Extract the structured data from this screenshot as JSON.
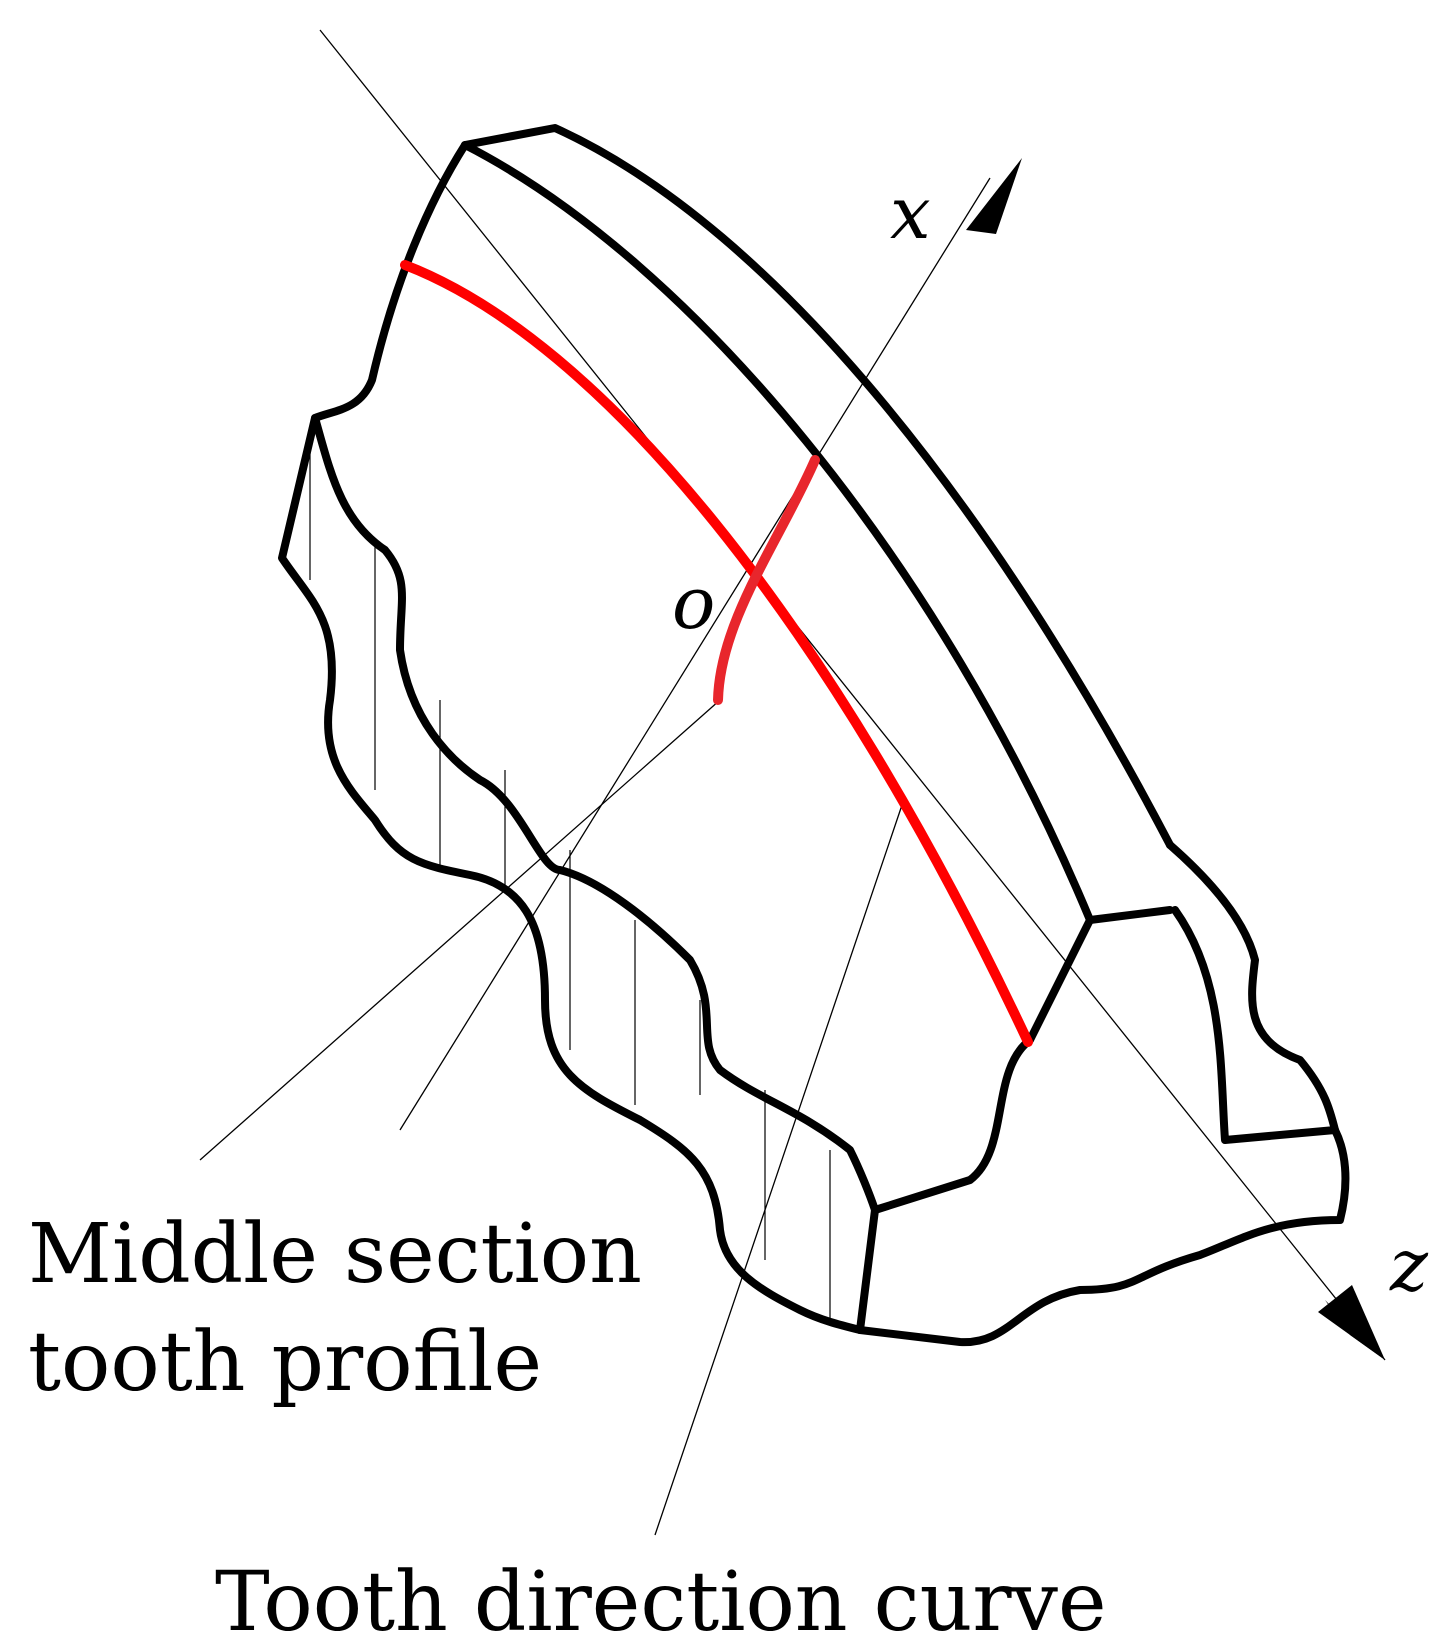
{
  "axes": {
    "x_label": "x",
    "z_label": "z",
    "origin_label": "o"
  },
  "labels": {
    "middle_section_line1": "Middle section",
    "middle_section_line2": "tooth profile",
    "tooth_direction": "Tooth direction curve"
  },
  "colors": {
    "outline": "#000000",
    "tooth_direction_curve": "#ff0000",
    "middle_section_curve": "#e8262c",
    "background": "#ffffff"
  }
}
